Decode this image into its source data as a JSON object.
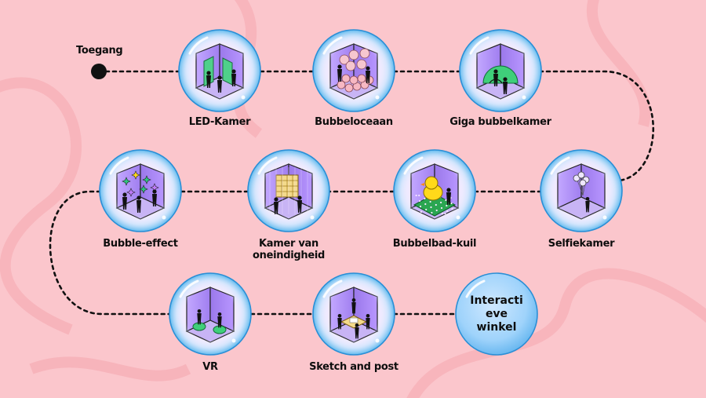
{
  "start": {
    "label": "Toegang"
  },
  "rooms": [
    {
      "id": "led",
      "label": "LED-Kamer",
      "icon": "led-room-icon"
    },
    {
      "id": "ocean",
      "label": "Bubbeloceaan",
      "icon": "bubble-ocean-icon"
    },
    {
      "id": "giga",
      "label": "Giga bubbelkamer",
      "icon": "giga-bubble-dome-icon"
    },
    {
      "id": "selfie",
      "label": "Selfiekamer",
      "icon": "selfie-room-icon"
    },
    {
      "id": "pit",
      "label": "Bubbelbad-kuil",
      "icon": "rubber-duck-pit-icon"
    },
    {
      "id": "infinity",
      "label": "Kamer van\noneindigheid",
      "icon": "infinity-room-icon"
    },
    {
      "id": "effect",
      "label": "Bubble-effect",
      "icon": "sparkle-effect-icon"
    },
    {
      "id": "vr",
      "label": "VR",
      "icon": "vr-headset-icon"
    },
    {
      "id": "sketch",
      "label": "Sketch and post",
      "icon": "sketch-table-icon"
    }
  ],
  "shop": {
    "label": "Interacti\neve winkel",
    "icon": "shop-bubble-icon"
  },
  "colors": {
    "background": "#fbc6cc",
    "path": "#111111",
    "room_purple": "#a884ee",
    "bubble_blue": "#58b8ee"
  }
}
